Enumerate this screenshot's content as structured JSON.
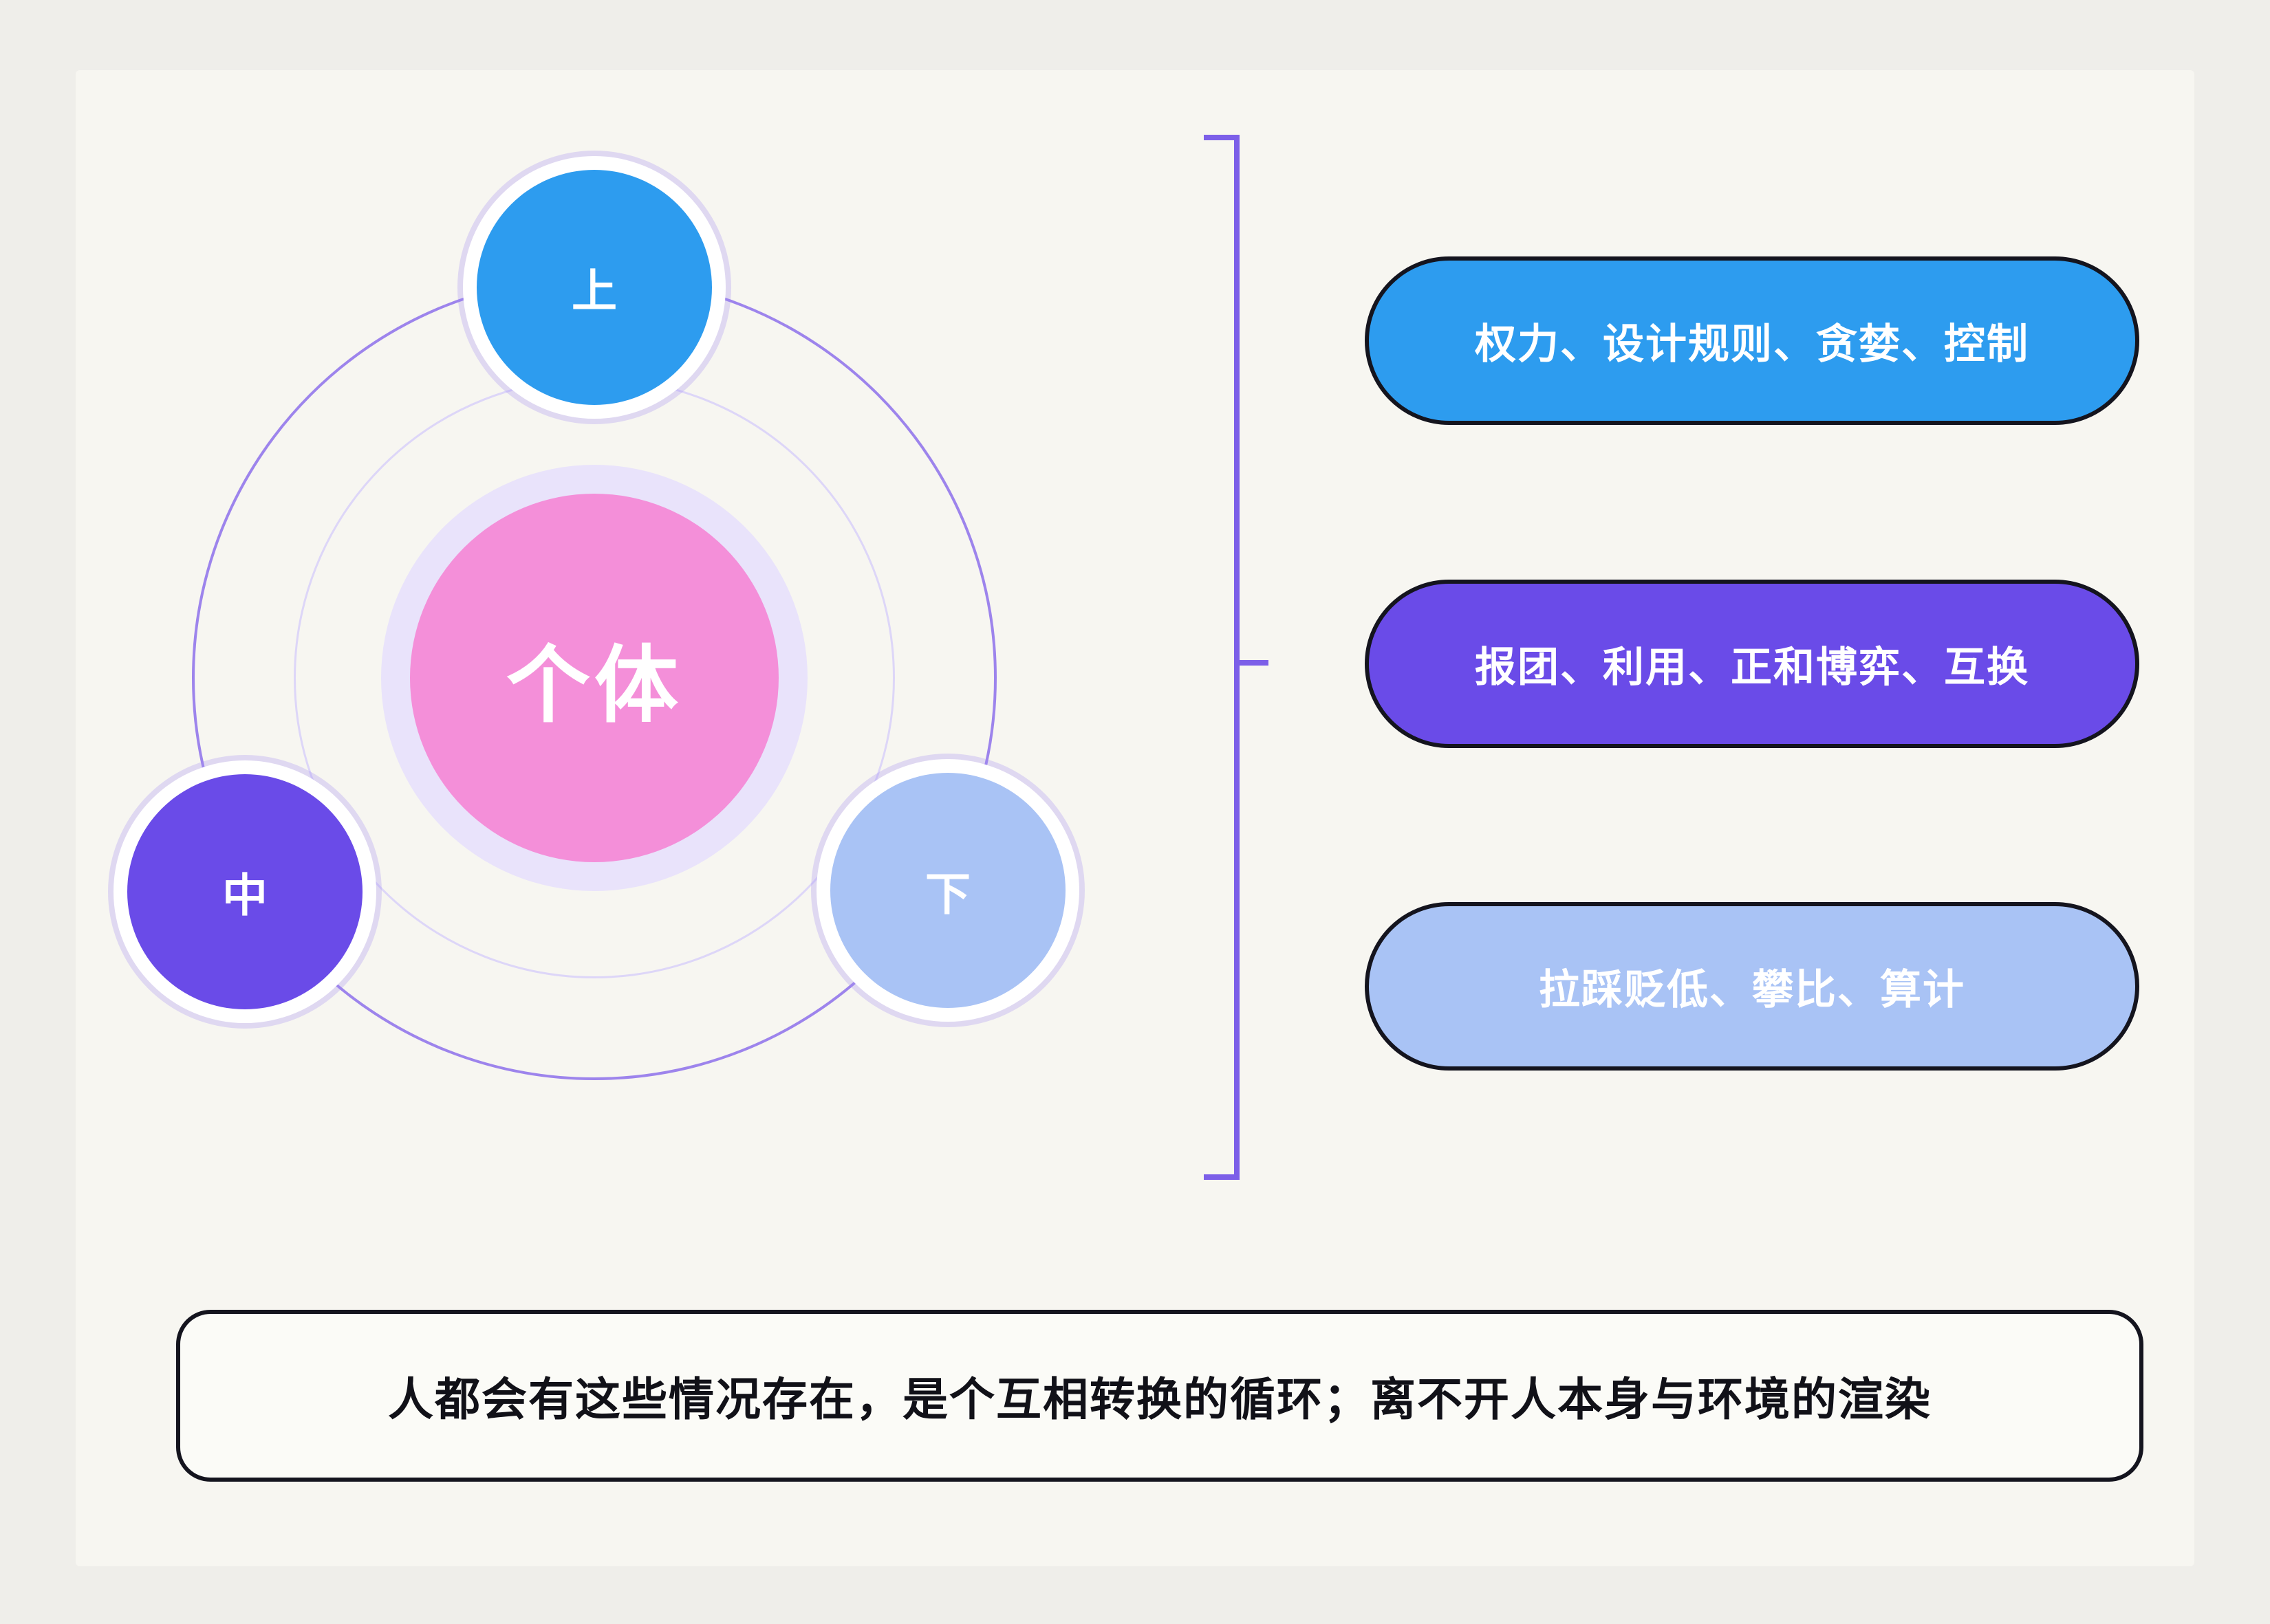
{
  "canvas": {
    "background_color": "#efeeea",
    "card_background_color": "#f7f6f1"
  },
  "diagram": {
    "center": {
      "label": "个体",
      "color": "#f48fd9",
      "halo_color": "#e9e3fb"
    },
    "satellites": [
      {
        "position": "top",
        "label": "上",
        "color": "#2d9cef"
      },
      {
        "position": "left",
        "label": "中",
        "color": "#6a4be8"
      },
      {
        "position": "right",
        "label": "下",
        "color": "#a9c3f5"
      }
    ],
    "orbit_colors": {
      "outer": "#9d84ec",
      "inner": "#ddd6f8"
    },
    "bracket_color": "#7c5fe8",
    "pills": [
      {
        "label": "权力、设计规则、贪婪、控制",
        "color": "#2d9cef"
      },
      {
        "label": "报团、利用、正和博弈、互换",
        "color": "#6a4be8"
      },
      {
        "label": "拉踩贬低、攀比、算计",
        "color": "#a9c3f5"
      }
    ],
    "note": {
      "label": "人都会有这些情况存在，是个互相转换的循环；离不开人本身与环境的渲染"
    }
  }
}
